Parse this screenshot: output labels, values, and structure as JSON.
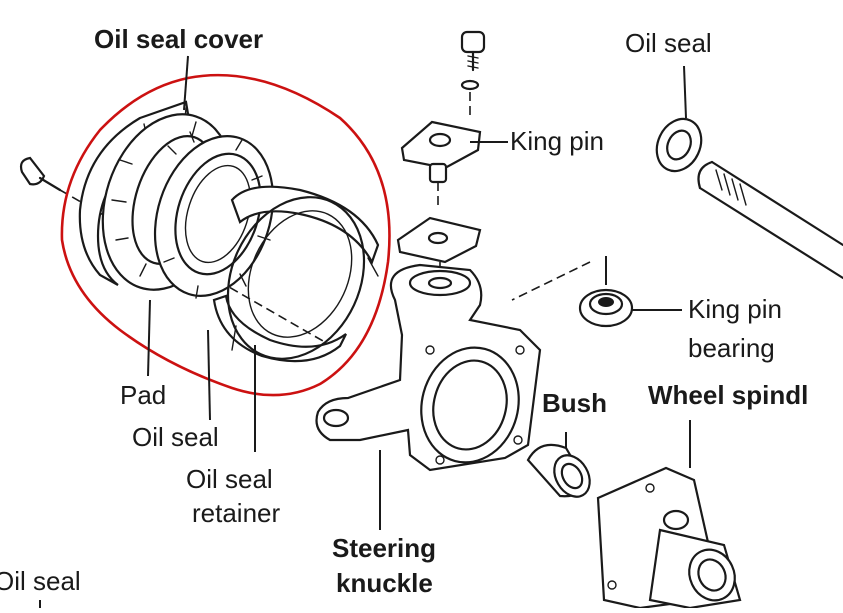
{
  "labels": {
    "oil_seal_cover": "Oil seal cover",
    "oil_seal_top": "Oil seal",
    "king_pin": "King pin",
    "king_pin_bearing_1": "King pin",
    "king_pin_bearing_2": "bearing",
    "pad": "Pad",
    "oil_seal_mid": "Oil seal",
    "oil_seal_retainer_1": "Oil seal",
    "oil_seal_retainer_2": "retainer",
    "bush": "Bush",
    "wheel_spindle": "Wheel spindl",
    "steering_knuckle_1": "Steering",
    "steering_knuckle_2": "knuckle",
    "oil_seal_bottom": "Oil seal"
  },
  "highlight": {
    "color": "#cc1111"
  }
}
